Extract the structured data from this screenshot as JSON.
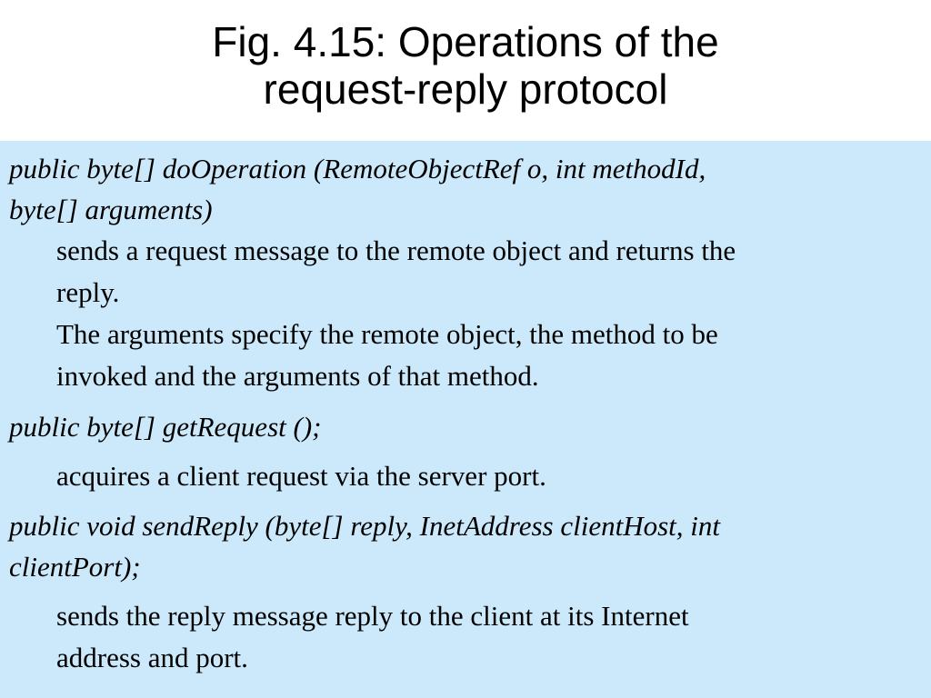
{
  "title": {
    "line1": "Fig. 4.15: Operations of the",
    "line2": "request-reply protocol"
  },
  "operations": [
    {
      "signature": [
        "public byte[] doOperation (RemoteObjectRef o, int methodId,",
        "byte[] arguments)"
      ],
      "description": [
        "sends a request message to the remote object and returns the",
        "reply.",
        "The arguments specify the remote object, the method to be",
        "invoked and the arguments of that method."
      ]
    },
    {
      "signature": [
        "public byte[] getRequest ();"
      ],
      "description": [
        "acquires a client request via the server port."
      ]
    },
    {
      "signature": [
        "public void sendReply (byte[] reply, InetAddress clientHost, int",
        "clientPort);"
      ],
      "description": [
        "sends the reply message reply to the client at its Internet",
        "address and port."
      ]
    }
  ],
  "colors": {
    "panel_background": "#cce9fb",
    "text": "#000000"
  }
}
